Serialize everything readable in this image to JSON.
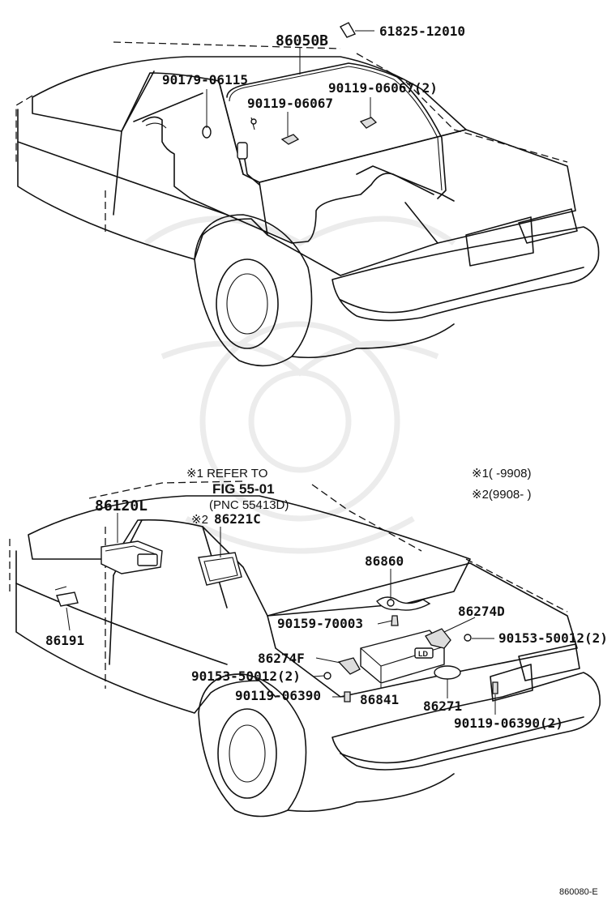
{
  "labels": {
    "p61825": "61825-12010",
    "p86050b": "86050B",
    "p90179": "90179-06115",
    "p90119_06067_2": "90119-06067(2)",
    "p90119_06067": "90119-06067",
    "note1_line1": "※1 REFER TO",
    "note1_fig": "FIG 55-01",
    "note1_pnc": "(PNC 55413D)",
    "key1": "※1(       -9908)",
    "key2": "※2(9908-       )",
    "p86120l": "86120L",
    "p86221c_mark": "※2",
    "p86221c": "86221C",
    "p86860": "86860",
    "p86274d": "86274D",
    "p90159": "90159-70003",
    "p90153_right": "90153-50012(2)",
    "p86191": "86191",
    "p86274f": "86274F",
    "p90153_left": "90153-50012(2)",
    "p90119_06390": "90119-06390",
    "p86841": "86841",
    "p86271": "86271",
    "p90119_06390_2": "90119-06390(2)",
    "unit_text": "LD",
    "footer_code": "860080-E"
  }
}
